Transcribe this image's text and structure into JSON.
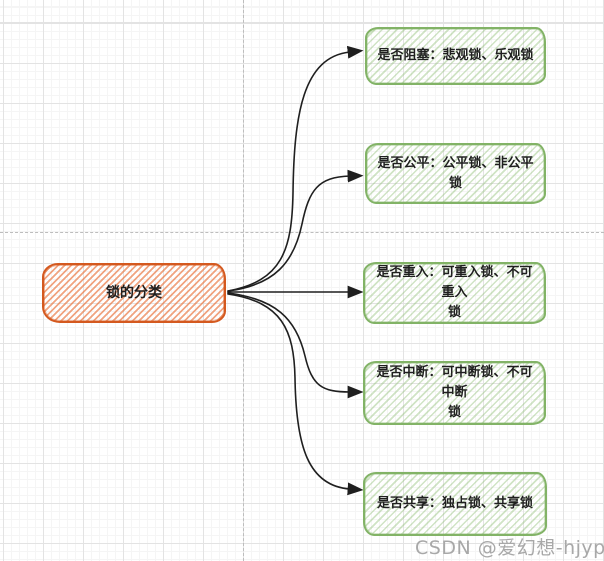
{
  "diagram": {
    "root": {
      "label": "锁的分类"
    },
    "branches": [
      {
        "label": "是否阻塞：悲观锁、乐观锁"
      },
      {
        "label": "是否公平：公平锁、非公平锁"
      },
      {
        "label": "是否重入：可重入锁、不可重入\n锁"
      },
      {
        "label": "是否中断：可中断锁、不可中断\n锁"
      },
      {
        "label": "是否共享：独占锁、共享锁"
      }
    ],
    "colors": {
      "root_border": "#d4591f",
      "root_fill_hatch": "#e86d33",
      "branch_border": "#82b366",
      "branch_fill_hatch": "#8fbe75",
      "edge": "#1f1f1f",
      "grid_major": "#e3e3e3",
      "grid_minor": "#f5f5f5",
      "page_break": "#bdbdbd"
    }
  },
  "canvas": {
    "watermark": "CSDN @爱幻想-hjyp"
  }
}
